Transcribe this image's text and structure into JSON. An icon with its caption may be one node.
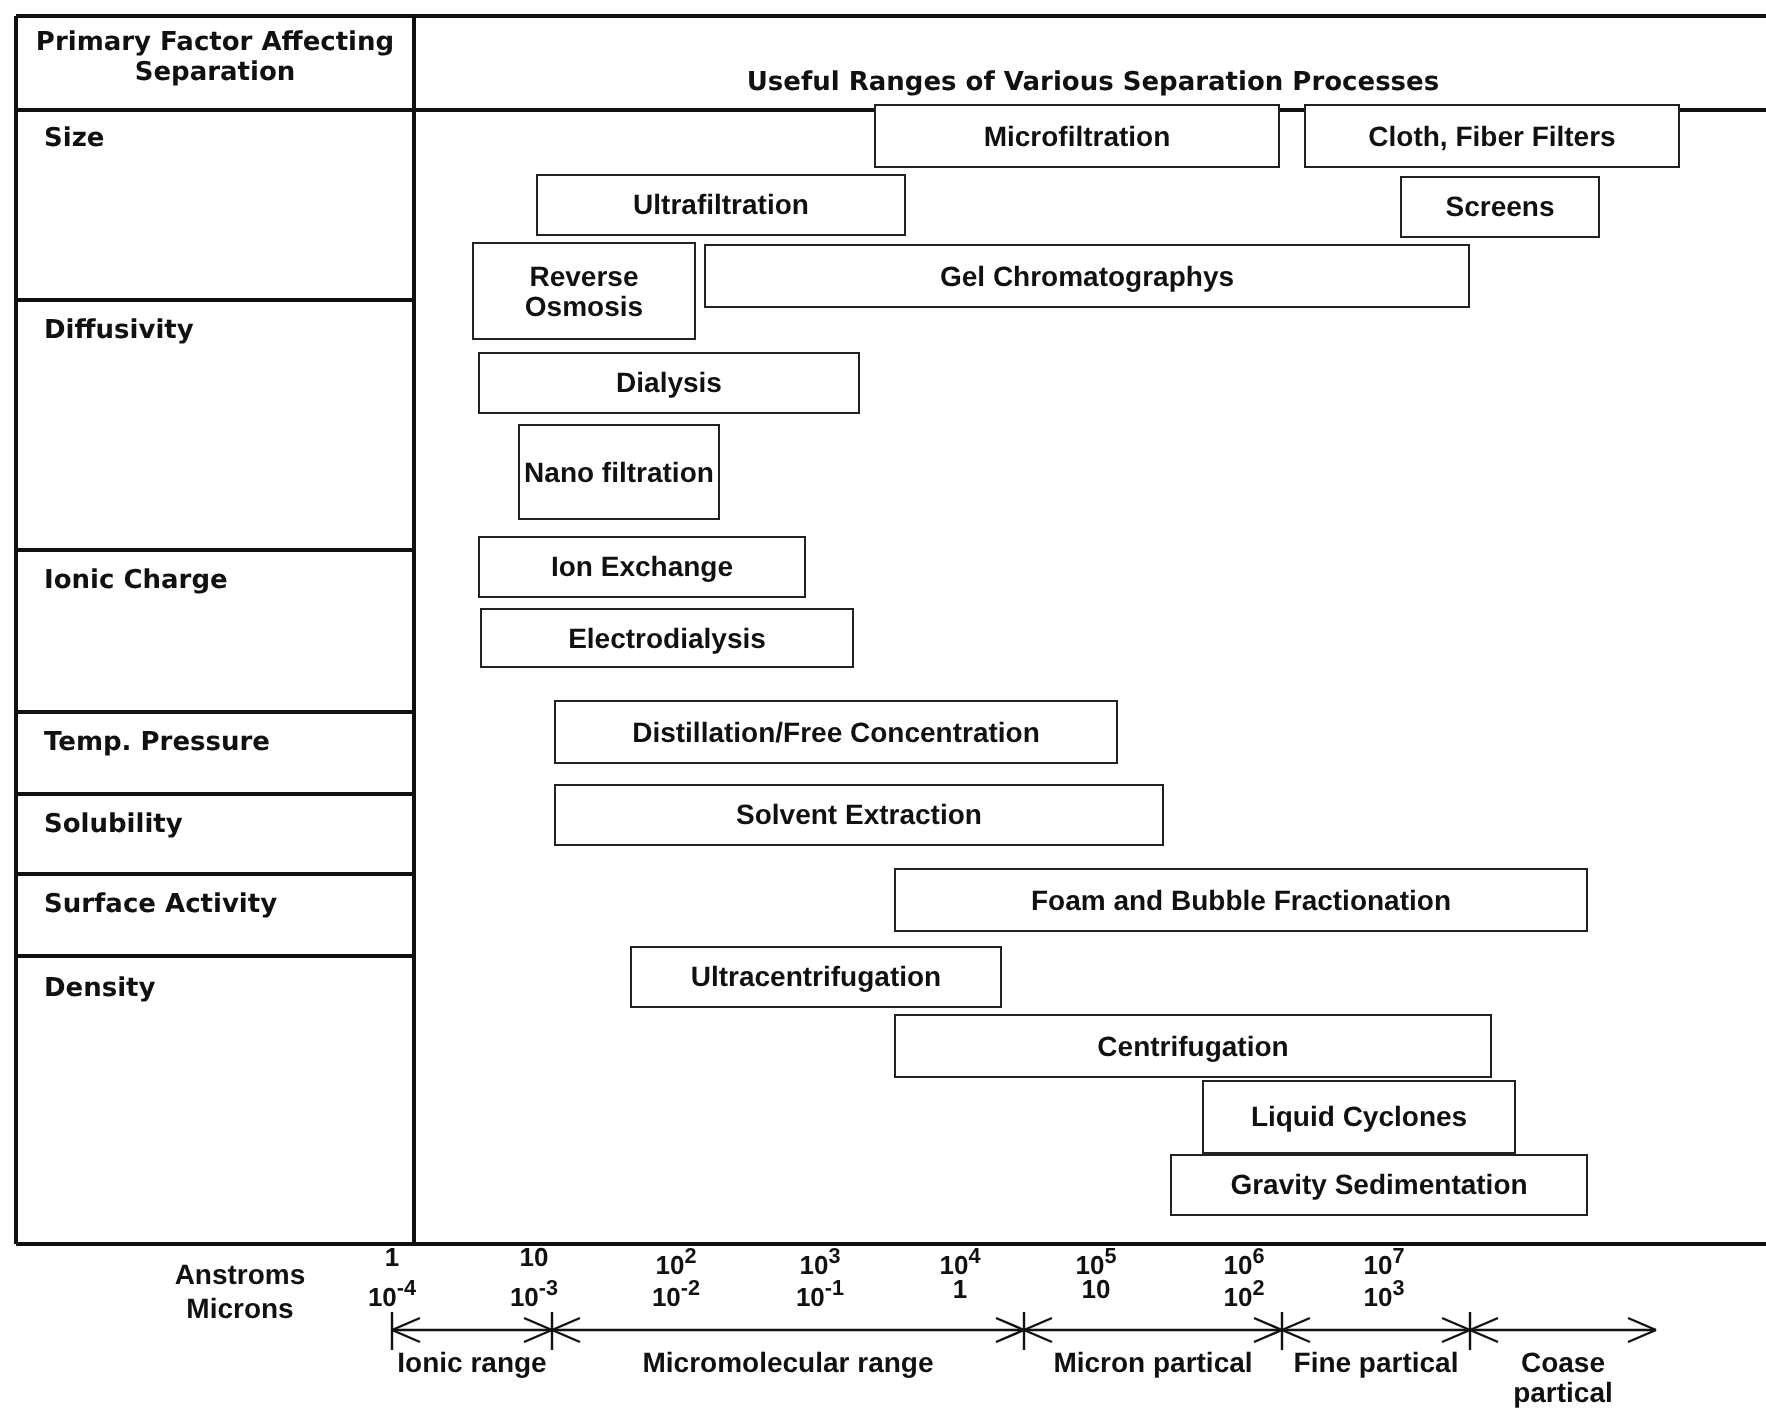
{
  "diagram": {
    "nodes": [
      {
        "text": [
          "Microfiltration"
        ]
      },
      {
        "text": [
          "Cloth, Fiber Filters"
        ]
      },
      {
        "text": [
          "Ultrafiltration"
        ]
      },
      {
        "text": [
          "Screens"
        ]
      },
      {
        "text": [
          "Reverse Osmosis"
        ]
      },
      {
        "text": [
          "Gel Chromatographys"
        ]
      },
      {
        "text": [
          "Dialysis"
        ]
      },
      {
        "text": [
          "Nano filtration"
        ]
      },
      {
        "text": [
          "Ion Exchange"
        ]
      },
      {
        "text": [
          "Electrodialysis"
        ]
      },
      {
        "text": [
          "Distillation/Free Concentration"
        ]
      },
      {
        "text": [
          "Solvent Extraction"
        ]
      },
      {
        "text": [
          "Foam and Bubble Fractionation"
        ]
      },
      {
        "text": [
          "Ultracentrifugation"
        ]
      },
      {
        "text": [
          "Centrifugation"
        ]
      },
      {
        "text": [
          "Liquid Cyclones"
        ]
      },
      {
        "text": [
          "Gravity Sedimentation"
        ]
      }
    ],
    "edges": [],
    "labels": [
      "Primary Factor Affecting Separation",
      "Useful Ranges of Various Separation Processes",
      "Size",
      "Diffusivity",
      "Ionic Charge",
      "Temp. Pressure",
      "Solubility",
      "Surface Activity",
      "Density",
      "Anstroms",
      "Microns",
      "1",
      "10",
      "10$^{2}$",
      "10$^{3}$",
      "10$^{4}$",
      "10$^{5}$",
      "10$^{6}$",
      "10$^{7}$",
      "10$^{-4}$",
      "10$^{-3}$",
      "10$^{-2}$",
      "10$^{-1}$",
      "1",
      "10",
      "10$^{2}$",
      "10$^{3}$",
      "Ionic range",
      "Micromolecular range",
      "Micron partical",
      "Fine partical",
      "Coase partical"
    ]
  }
}
